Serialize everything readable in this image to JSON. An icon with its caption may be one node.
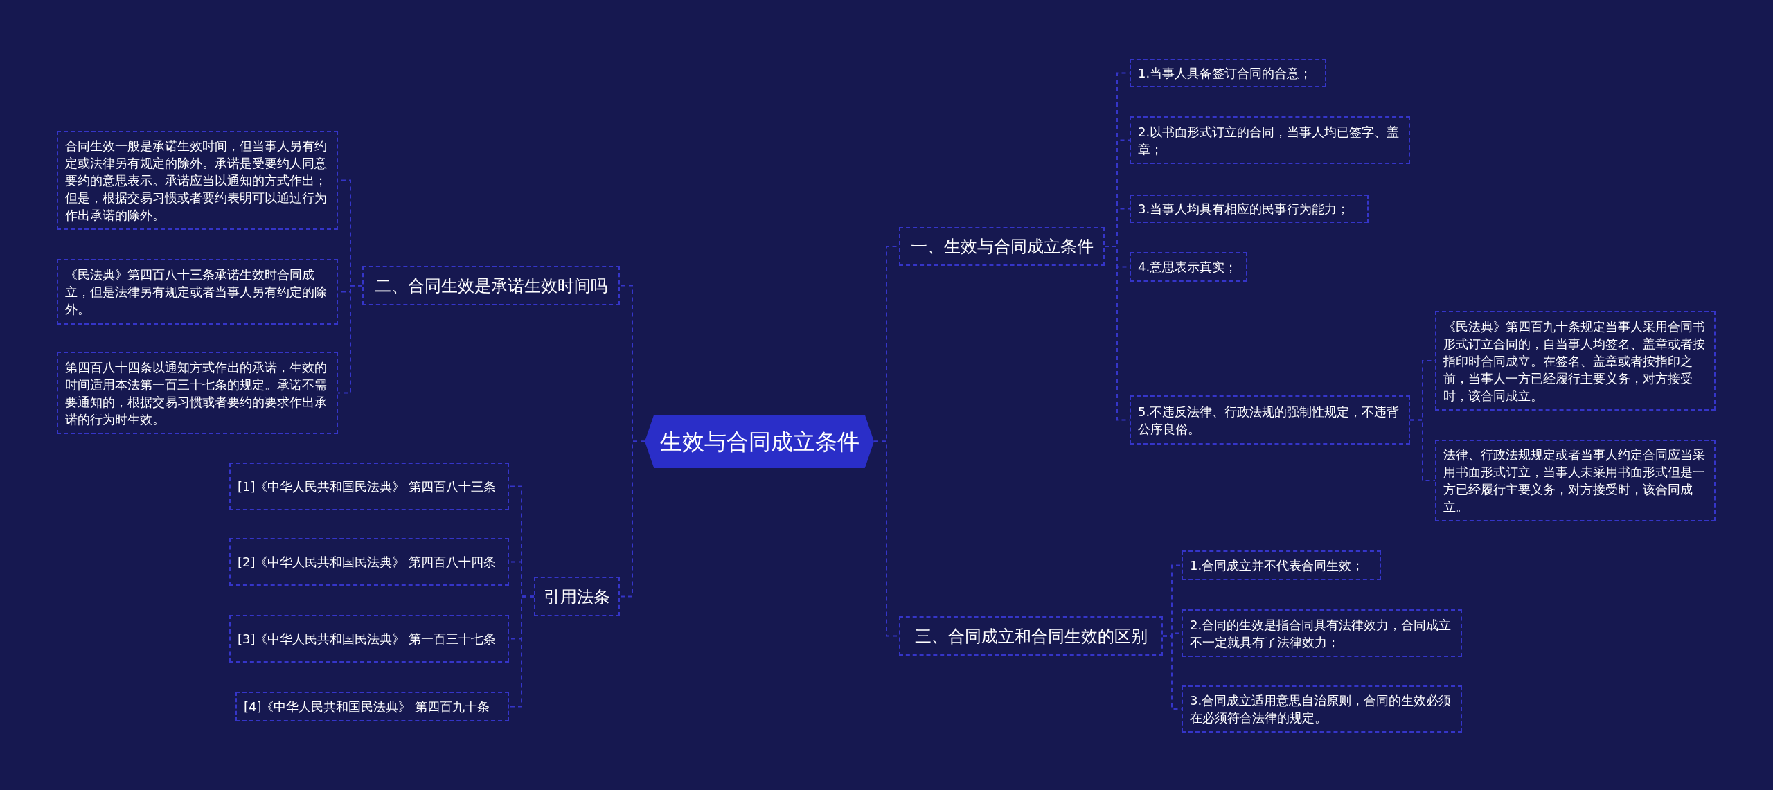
{
  "diagram": {
    "nodes": [
      {
        "text": [
          "生效与合同成立条件"
        ]
      },
      {
        "text": [
          "一、生效与合同成立条件"
        ]
      },
      {
        "text": [
          "1.当事人具备签订合同的合意；"
        ]
      },
      {
        "text": [
          "2.以书面形式订立的合同，当事人均已签字、盖章；"
        ]
      },
      {
        "text": [
          "3.当事人均具有相应的民事行为能力；"
        ]
      },
      {
        "text": [
          "4.意思表示真实；"
        ]
      },
      {
        "text": [
          "5.不违反法律、行政法规的强制性规定，不违背公序良俗。"
        ]
      },
      {
        "text": [
          "《民法典》第四百九十条规定当事人采用合同书形式订立合同的，自当事人均签名、盖章或者按指印时合同成立。在签名、盖章或者按指印之前，当事人一方已经履行主要义务，对方接受时，该合同成立。"
        ]
      },
      {
        "text": [
          "法律、行政法规规定或者当事人约定合同应当采用书面形式订立，当事人未采用书面形式但是一方已经履行主要义务，对方接受时，该合同成立。"
        ]
      },
      {
        "text": [
          "三、合同成立和合同生效的区别"
        ]
      },
      {
        "text": [
          "1.合同成立并不代表合同生效；"
        ]
      },
      {
        "text": [
          "2.合同的生效是指合同具有法律效力，合同成立不一定就具有了法律效力；"
        ]
      },
      {
        "text": [
          "3.合同成立适用意思自治原则，合同的生效必须在必须符合法律的规定。"
        ]
      },
      {
        "text": [
          "二、合同生效是承诺生效时间吗"
        ]
      },
      {
        "text": [
          "合同生效一般是承诺生效时间，但当事人另有约定或法律另有规定的除外。承诺是受要约人同意要约的意思表示。承诺应当以通知的方式作出；但是，根据交易习惯或者要约表明可以通过行为作出承诺的除外。"
        ]
      },
      {
        "text": [
          "《民法典》第四百八十三条承诺生效时合同成立，但是法律另有规定或者当事人另有约定的除外。"
        ]
      },
      {
        "text": [
          "第四百八十四条以通知方式作出的承诺，生效的时间适用本法第一百三十七条的规定。承诺不需要通知的，根据交易习惯或者要约的要求作出承诺的行为时生效。"
        ]
      },
      {
        "text": [
          "引用法条"
        ]
      },
      {
        "text": [
          "[1]《中华人民共和国民法典》 第四百八十三条"
        ]
      },
      {
        "text": [
          "[2]《中华人民共和国民法典》 第四百八十四条"
        ]
      },
      {
        "text": [
          "[3]《中华人民共和国民法典》 第一百三十七条"
        ]
      },
      {
        "text": [
          "[4]《中华人民共和国民法典》 第四百九十条"
        ]
      }
    ],
    "edges": [
      {
        "from": 0,
        "to": 1,
        "arrow": "none"
      },
      {
        "from": 1,
        "to": 2,
        "arrow": "none"
      },
      {
        "from": 1,
        "to": 3,
        "arrow": "none"
      },
      {
        "from": 1,
        "to": 4,
        "arrow": "none"
      },
      {
        "from": 1,
        "to": 5,
        "arrow": "none"
      },
      {
        "from": 1,
        "to": 6,
        "arrow": "none"
      },
      {
        "from": 6,
        "to": 7,
        "arrow": "none"
      },
      {
        "from": 6,
        "to": 8,
        "arrow": "none"
      },
      {
        "from": 0,
        "to": 9,
        "arrow": "none"
      },
      {
        "from": 9,
        "to": 10,
        "arrow": "none"
      },
      {
        "from": 9,
        "to": 11,
        "arrow": "none"
      },
      {
        "from": 9,
        "to": 12,
        "arrow": "none"
      },
      {
        "from": 0,
        "to": 13,
        "arrow": "none"
      },
      {
        "from": 13,
        "to": 14,
        "arrow": "none"
      },
      {
        "from": 13,
        "to": 15,
        "arrow": "none"
      },
      {
        "from": 13,
        "to": 16,
        "arrow": "none"
      },
      {
        "from": 0,
        "to": 17,
        "arrow": "none"
      },
      {
        "from": 17,
        "to": 18,
        "arrow": "none"
      },
      {
        "from": 17,
        "to": 19,
        "arrow": "none"
      },
      {
        "from": 17,
        "to": 20,
        "arrow": "none"
      },
      {
        "from": 17,
        "to": 21,
        "arrow": "none"
      }
    ]
  }
}
